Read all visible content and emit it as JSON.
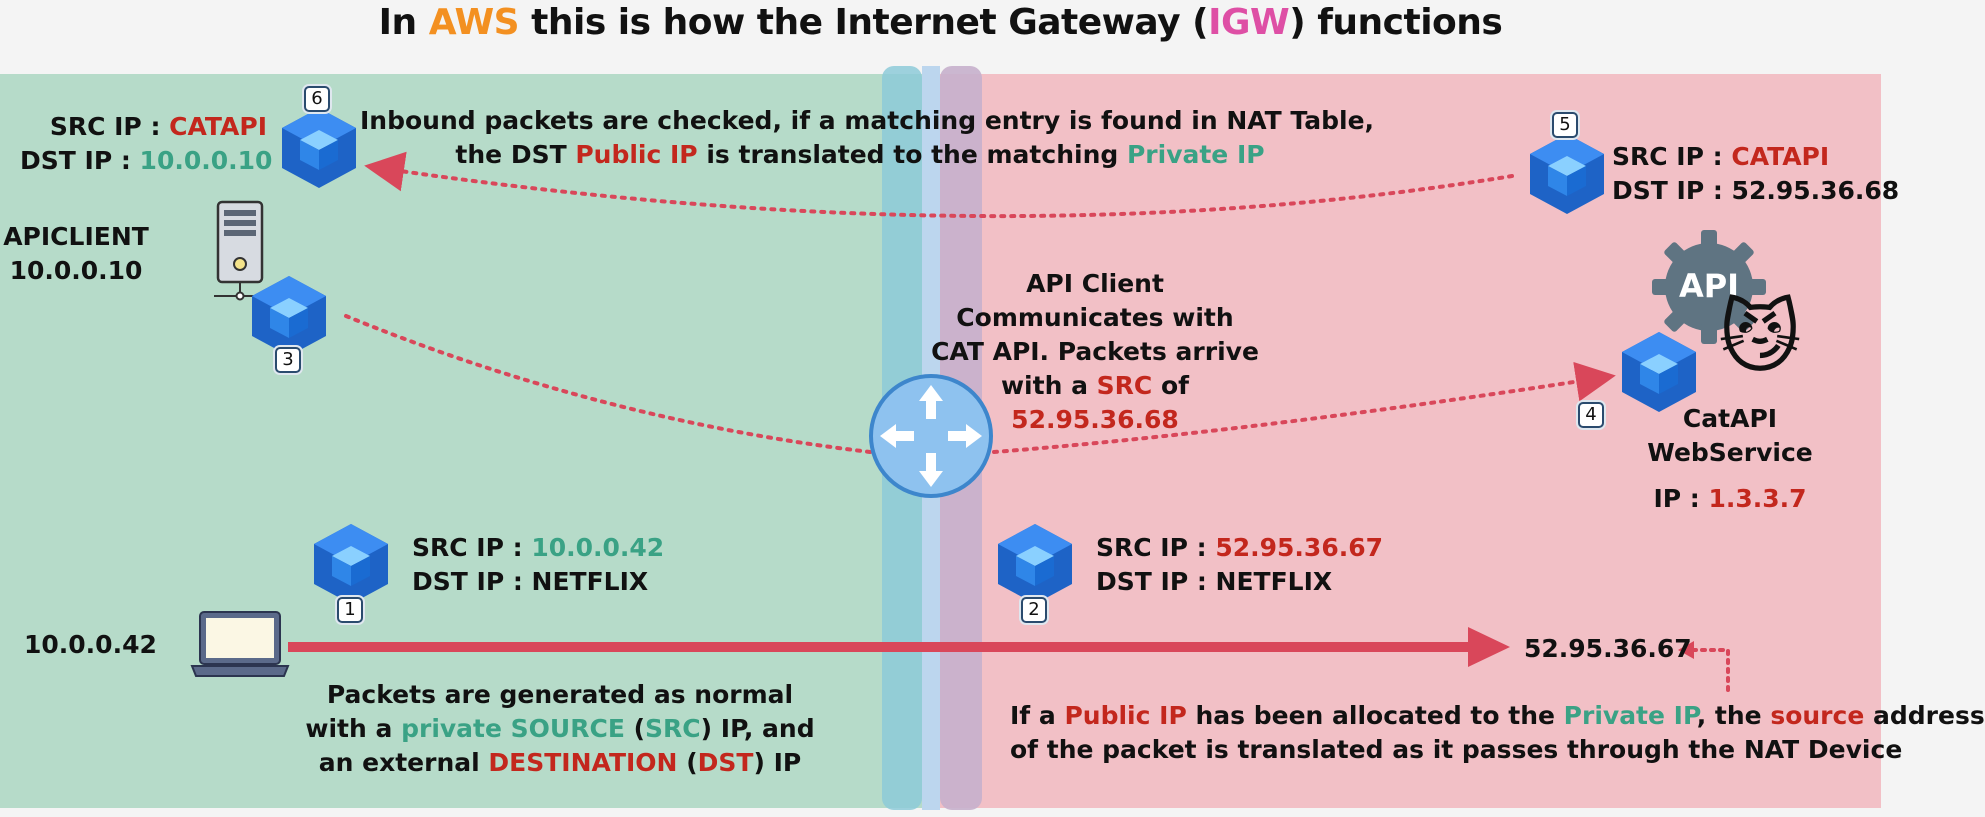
{
  "title": {
    "prefix": "In ",
    "aws": "AWS",
    "middle": " this is how the Internet Gateway (",
    "igw": "IGW",
    "suffix": ") functions"
  },
  "colors": {
    "aws_orange": "#f39021",
    "igw_pink": "#de4fa5",
    "red": "#c3271d",
    "green": "#3aa285",
    "private_zone": "#b6dbc9",
    "public_zone": "#f2c0c6",
    "arrow": "#d9475a"
  },
  "inbound_note": {
    "line1": "Inbound packets are checked, if a matching entry is found in NAT Table,",
    "line2_a": "the DST ",
    "line2_b": "Public IP",
    "line2_c": " is translated to the matching ",
    "line2_d": "Private IP"
  },
  "packet6": {
    "badge": "6",
    "src_label": "SRC IP : ",
    "src_value": "CATAPI",
    "dst_label": "DST IP : ",
    "dst_value": "10.0.0.10"
  },
  "packet5": {
    "badge": "5",
    "src_label": "SRC IP : ",
    "src_value": "CATAPI",
    "dst_label": "DST IP : ",
    "dst_value": "52.95.36.68"
  },
  "apiclient": {
    "name": "APICLIENT",
    "ip": "10.0.0.10",
    "badge": "3"
  },
  "igw_note": {
    "line1": "API Client",
    "line2": "Communicates with",
    "line3": "CAT API. Packets arrive",
    "line4_a": "with a ",
    "line4_b": "SRC",
    "line4_c": " of",
    "line5": "52.95.36.68"
  },
  "catapi": {
    "badge": "4",
    "gear_text": "API",
    "cat_emoji": "😼",
    "name_line1": "CatAPI",
    "name_line2": "WebService",
    "ip_label": "IP : ",
    "ip_value": "1.3.3.7"
  },
  "packet1": {
    "badge": "1",
    "src_label": "SRC IP : ",
    "src_value": "10.0.0.42",
    "dst_label": "DST IP : ",
    "dst_value": "NETFLIX"
  },
  "packet2": {
    "badge": "2",
    "src_label": "SRC IP : ",
    "src_value": "52.95.36.67",
    "dst_label": "DST IP : ",
    "dst_value": "NETFLIX"
  },
  "laptop_ip": "10.0.0.42",
  "public_ip": "52.95.36.67",
  "outbound_note": {
    "line1": "Packets are generated as normal",
    "line2_a": "with a ",
    "line2_b": "private SOURCE",
    "line2_c": " (",
    "line2_d": "SRC",
    "line2_e": ") IP, and",
    "line3_a": "an external ",
    "line3_b": "DESTINATION",
    "line3_c": " (",
    "line3_d": "DST",
    "line3_e": ") IP"
  },
  "nat_note": {
    "line1_a": "If a ",
    "line1_b": "Public IP",
    "line1_c": " has been allocated to the ",
    "line1_d": "Private IP",
    "line1_e": ", the ",
    "line1_f": "source",
    "line1_g": " address",
    "line2": "of the packet is translated as it passes through the NAT Device"
  }
}
